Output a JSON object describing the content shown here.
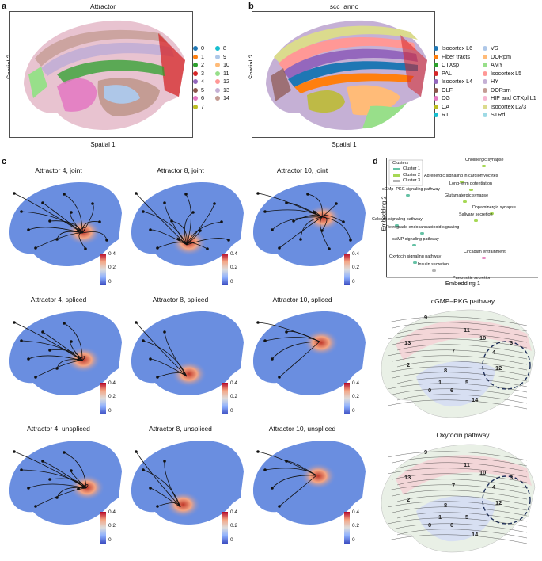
{
  "panel_a": {
    "label": "a",
    "title": "Attractor",
    "ylabel": "Spatial 2",
    "xlabel": "Spatial 1",
    "legend": [
      {
        "label": "0",
        "color": "#1f77b4"
      },
      {
        "label": "1",
        "color": "#ff7f0e"
      },
      {
        "label": "2",
        "color": "#2ca02c"
      },
      {
        "label": "3",
        "color": "#d62728"
      },
      {
        "label": "4",
        "color": "#9467bd"
      },
      {
        "label": "5",
        "color": "#8c564b"
      },
      {
        "label": "6",
        "color": "#e377c2"
      },
      {
        "label": "7",
        "color": "#bcbd22"
      },
      {
        "label": "8",
        "color": "#17becf"
      },
      {
        "label": "9",
        "color": "#aec7e8"
      },
      {
        "label": "10",
        "color": "#ffbb78"
      },
      {
        "label": "11",
        "color": "#98df8a"
      },
      {
        "label": "12",
        "color": "#ff9896"
      },
      {
        "label": "13",
        "color": "#c5b0d5"
      },
      {
        "label": "14",
        "color": "#c49c94"
      }
    ]
  },
  "panel_b": {
    "label": "b",
    "title": "scc_anno",
    "ylabel": "Spatial 2",
    "xlabel": "Spatial 1",
    "legend": [
      {
        "label": "Isocortex L6",
        "color": "#1f77b4"
      },
      {
        "label": "Fiber tracts",
        "color": "#ff7f0e"
      },
      {
        "label": "CTXsp",
        "color": "#2ca02c"
      },
      {
        "label": "PAL",
        "color": "#d62728"
      },
      {
        "label": "Isocortex L4",
        "color": "#9467bd"
      },
      {
        "label": "OLF",
        "color": "#8c564b"
      },
      {
        "label": "DG",
        "color": "#e377c2"
      },
      {
        "label": "CA",
        "color": "#bcbd22"
      },
      {
        "label": "RT",
        "color": "#17becf"
      },
      {
        "label": "VS",
        "color": "#aec7e8"
      },
      {
        "label": "DORpm",
        "color": "#ffbb78"
      },
      {
        "label": "AMY",
        "color": "#98df8a"
      },
      {
        "label": "Isocortex L5",
        "color": "#ff9896"
      },
      {
        "label": "HY",
        "color": "#c5b0d5"
      },
      {
        "label": "DORsm",
        "color": "#c49c94"
      },
      {
        "label": "HIP and CTXpl L1",
        "color": "#f7b6d2"
      },
      {
        "label": "Isocortex L2/3",
        "color": "#dbdb8d"
      },
      {
        "label": "STRd",
        "color": "#9edae5"
      }
    ]
  },
  "panel_c": {
    "label": "c",
    "titles": [
      "Attractor 4, joint",
      "Attractor 8, joint",
      "Attractor 10, joint",
      "Attractor 4, spliced",
      "Attractor 8, spliced",
      "Attractor 10, spliced",
      "Attractor 4, unspliced",
      "Attractor 8, unspliced",
      "Attractor 10, unspliced"
    ],
    "colorbar_ticks": [
      "0.4",
      "0.2",
      "0"
    ]
  },
  "panel_d": {
    "label": "d",
    "xlabel": "Embedding 1",
    "ylabel": "Embedding 2",
    "legend_title": "Clusters",
    "clusters": [
      {
        "label": "Cluster 1",
        "color": "#66c2a5"
      },
      {
        "label": "Cluster 2",
        "color": "#a6d854"
      },
      {
        "label": "Cluster 3",
        "color": "#b3b3b3"
      }
    ],
    "pathways": [
      "Cholinergic synapse",
      "Adrenergic signaling in cardiomyocytes",
      "Long-term potentiation",
      "cGMp–PKG signaling pathway",
      "Glutamatergic synapse",
      "Dopaminergic synapse",
      "Salivary secretion",
      "Calcium signaling pathway",
      "Retrograde endocannabinoid signaling",
      "cAMP signaling pathway",
      "Circadian entrainment",
      "Oxytocin signaling pathway",
      "Insulin secretion",
      "Pancreatic secretion"
    ],
    "map1_title": "cGMP–PKG pathway",
    "map2_title": "Oxytocin pathway",
    "map_labels": [
      "9",
      "11",
      "13",
      "10",
      "2",
      "7",
      "4",
      "3",
      "12",
      "8",
      "1",
      "5",
      "0",
      "6",
      "14"
    ]
  }
}
